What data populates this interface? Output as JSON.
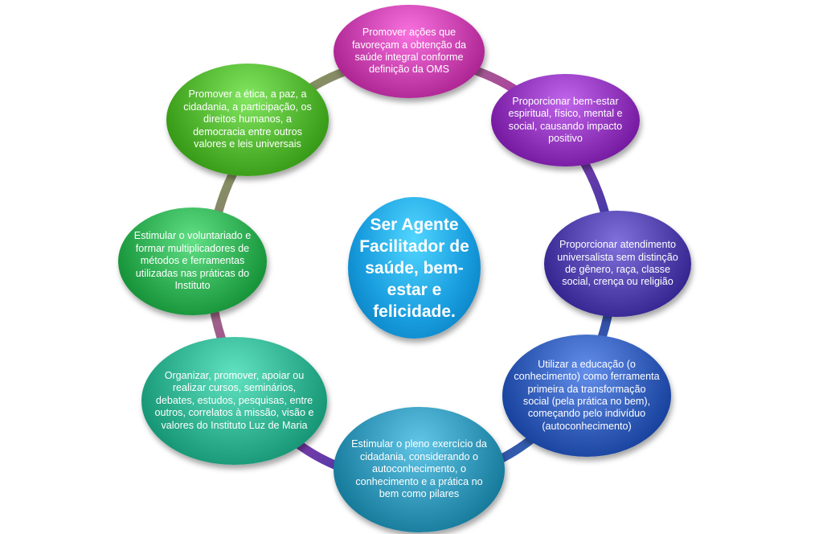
{
  "center": {
    "text": "Ser Agente Facilitador de saúde, bem-estar e felicidade.",
    "color": "#1a9fe0"
  },
  "nodes": [
    {
      "text": "Promover ações que favoreçam a obtenção da saúde integral conforme definição da OMS",
      "color": "#c23aa8"
    },
    {
      "text": "Proporcionar bem-estar espiritual, físico, mental e social, causando impacto positivo",
      "color": "#8a2fb5"
    },
    {
      "text": "Proporcionar atendimento universalista sem distinção de gênero, raça, classe social, crença ou religião",
      "color": "#4a3aa5"
    },
    {
      "text": "Utilizar a educação (o conhecimento) como ferramenta primeira da transformação social (pela prática no bem), começando pelo indivíduo (autoconhecimento)",
      "color": "#2c57b3"
    },
    {
      "text": "Estimular o pleno exercício da cidadania, considerando o autoconhecimento, o conhecimento e a prática no  bem como pilares",
      "color": "#2a8fb0"
    },
    {
      "text": "Organizar, promover, apoiar ou realizar cursos, seminários, debates, estudos, pesquisas, entre outros, correlatos à missão, visão e valores do Instituto Luz de Maria",
      "color": "#2aab8a"
    },
    {
      "text": "Estimular o voluntariado e formar multiplicadores de métodos e ferramentas utilizadas nas práticas do Instituto",
      "color": "#2aa84e"
    },
    {
      "text": "Promover a ética, a paz, a cidadania, a participação, os direitos humanos, a democracia entre outros valores e leis universais",
      "color": "#4caf2a"
    }
  ]
}
